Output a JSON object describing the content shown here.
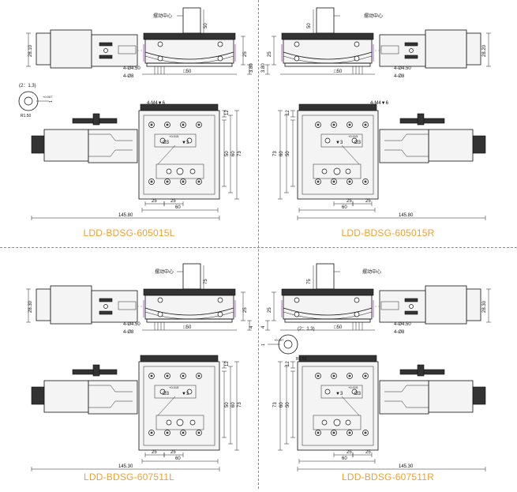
{
  "drawings": [
    {
      "model": "LDD-BDSG-605015L",
      "mirrored": false,
      "pivot_label": "摆动中心",
      "side_view": {
        "pivot_height": "50",
        "height_motor": "28.10",
        "height_right": "25",
        "offset": "3.80",
        "tap": "4-Ø4.50",
        "pin": "4-Ø8",
        "square": "□50"
      },
      "detail": {
        "scale": "(2：1.3)",
        "radius": "R1.50",
        "tol": "+0.007",
        "dim": "1"
      },
      "top_view": {
        "holes": "4-M4▼6",
        "ref_hole": "Ø3",
        "ref_depth": "▼3",
        "tol": "+0.015",
        "height_top": "12",
        "dim_inner": "50",
        "dim_mid": "60",
        "dim_outer": "73",
        "pitch_a": "25",
        "pitch_b": "25",
        "width": "60",
        "length": "145.80"
      }
    },
    {
      "model": "LDD-BDSG-605015R",
      "mirrored": true,
      "pivot_label": "摆动中心",
      "side_view": {
        "pivot_height": "50",
        "height_motor": "28.20",
        "height_right": "25",
        "offset": "3.80",
        "tap": "4-Ø4.50",
        "pin": "4-Ø8",
        "square": "□50"
      },
      "detail": {
        "scale": "",
        "radius": "",
        "tol": "",
        "dim": ""
      },
      "top_view": {
        "holes": "4-M4▼6",
        "ref_hole": "Ø3",
        "ref_depth": "▼3",
        "tol": "+0.015",
        "height_top": "12",
        "dim_inner": "50",
        "dim_mid": "60",
        "dim_outer": "73",
        "pitch_a": "25",
        "pitch_b": "25",
        "width": "60",
        "length": "145.80"
      }
    },
    {
      "model": "LDD-BDSG-607511L",
      "mirrored": false,
      "pivot_label": "摆动中心",
      "side_view": {
        "pivot_height": "75",
        "height_motor": "28.30",
        "height_right": "25",
        "offset": "4",
        "tap": "4-Ø4.50",
        "pin": "4-Ø8",
        "square": "□50"
      },
      "detail": {
        "scale": "",
        "radius": "",
        "tol": "",
        "dim": ""
      },
      "top_view": {
        "holes": "",
        "ref_hole": "Ø3",
        "ref_depth": "▼3",
        "tol": "+0.015",
        "height_top": "12",
        "dim_inner": "50",
        "dim_mid": "60",
        "dim_outer": "73",
        "pitch_a": "25",
        "pitch_b": "25",
        "width": "60",
        "length": "145.30"
      }
    },
    {
      "model": "LDD-BDSG-607511R",
      "mirrored": true,
      "pivot_label": "摆动中心",
      "side_view": {
        "pivot_height": "75",
        "height_motor": "28.30",
        "height_right": "25",
        "offset": "4",
        "tap": "4-Ø4.50",
        "pin": "4-Ø8",
        "square": "□50"
      },
      "detail": {
        "scale": "(2：1.3)",
        "radius": "R1.50",
        "tol": "+0.007",
        "dim": "1"
      },
      "top_view": {
        "holes": "",
        "ref_hole": "Ø3",
        "ref_depth": "▼3",
        "tol": "+0.015",
        "height_top": "12",
        "dim_inner": "50",
        "dim_mid": "60",
        "dim_outer": "73",
        "pitch_a": "25",
        "pitch_b": "25",
        "width": "60",
        "length": "145.30"
      }
    }
  ],
  "colors": {
    "label": "#f0a030",
    "line": "#111111",
    "divider": "#8a8a8a"
  }
}
